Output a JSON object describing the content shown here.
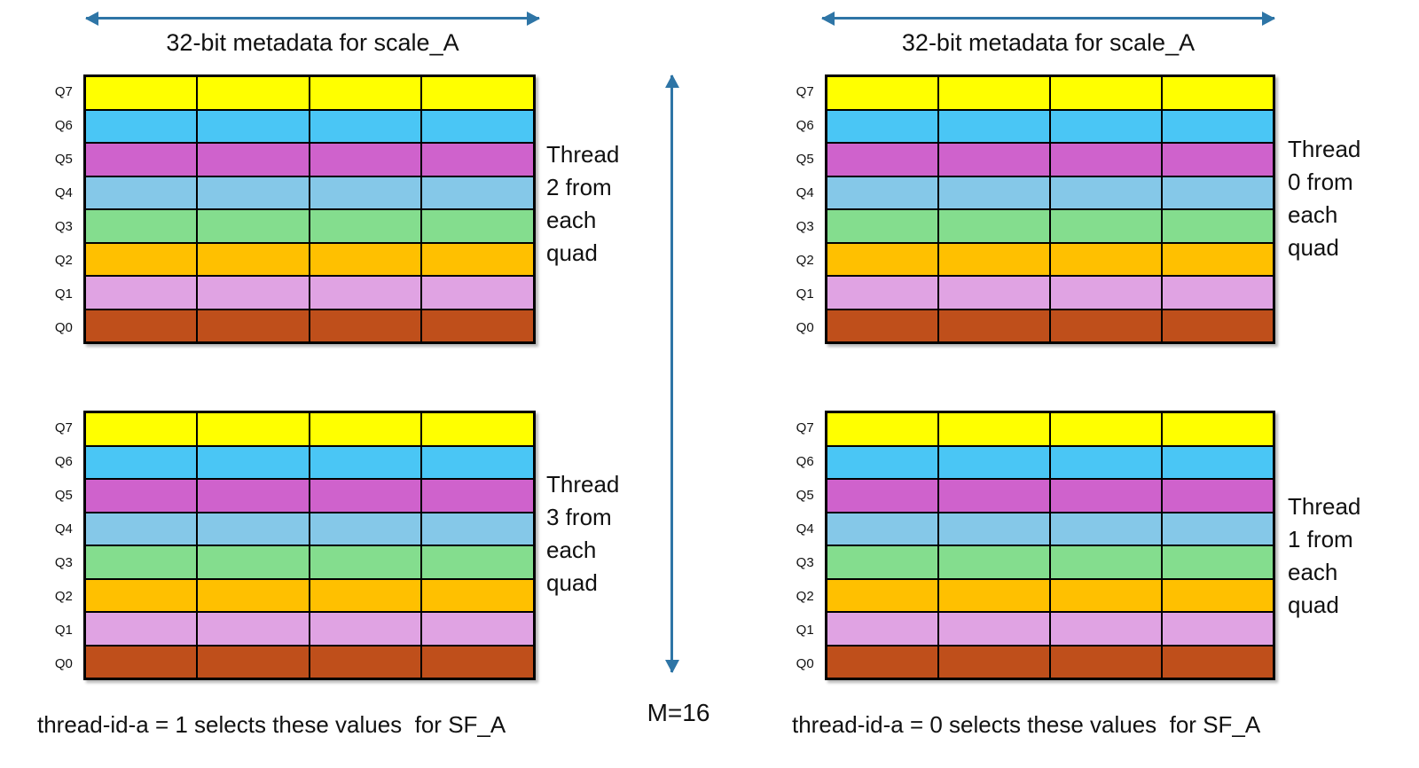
{
  "colors": {
    "arrow": "#2E75A6",
    "text": "#111111",
    "row_colors": [
      "#FFFF00",
      "#4AC6F5",
      "#CF62CC",
      "#85C8E8",
      "#84DD8E",
      "#FFC000",
      "#E0A3E3",
      "#BF4F1B"
    ]
  },
  "row_labels": [
    "Q7",
    "Q6",
    "Q5",
    "Q4",
    "Q3",
    "Q2",
    "Q1",
    "Q0"
  ],
  "grid_columns": 4,
  "left": {
    "arrow_label": "32-bit metadata for scale_A",
    "top_thread_label": "Thread\n2 from\neach\nquad",
    "bottom_thread_label": "Thread\n3 from\neach\nquad",
    "caption": "thread-id-a = 1 selects these values  for SF_A"
  },
  "right": {
    "arrow_label": "32-bit metadata for scale_A",
    "top_thread_label": "Thread\n0 from\neach\nquad",
    "bottom_thread_label": "Thread\n1 from\neach\nquad",
    "caption": "thread-id-a = 0 selects these values  for SF_A"
  },
  "middle": {
    "m_label": "M=16"
  }
}
